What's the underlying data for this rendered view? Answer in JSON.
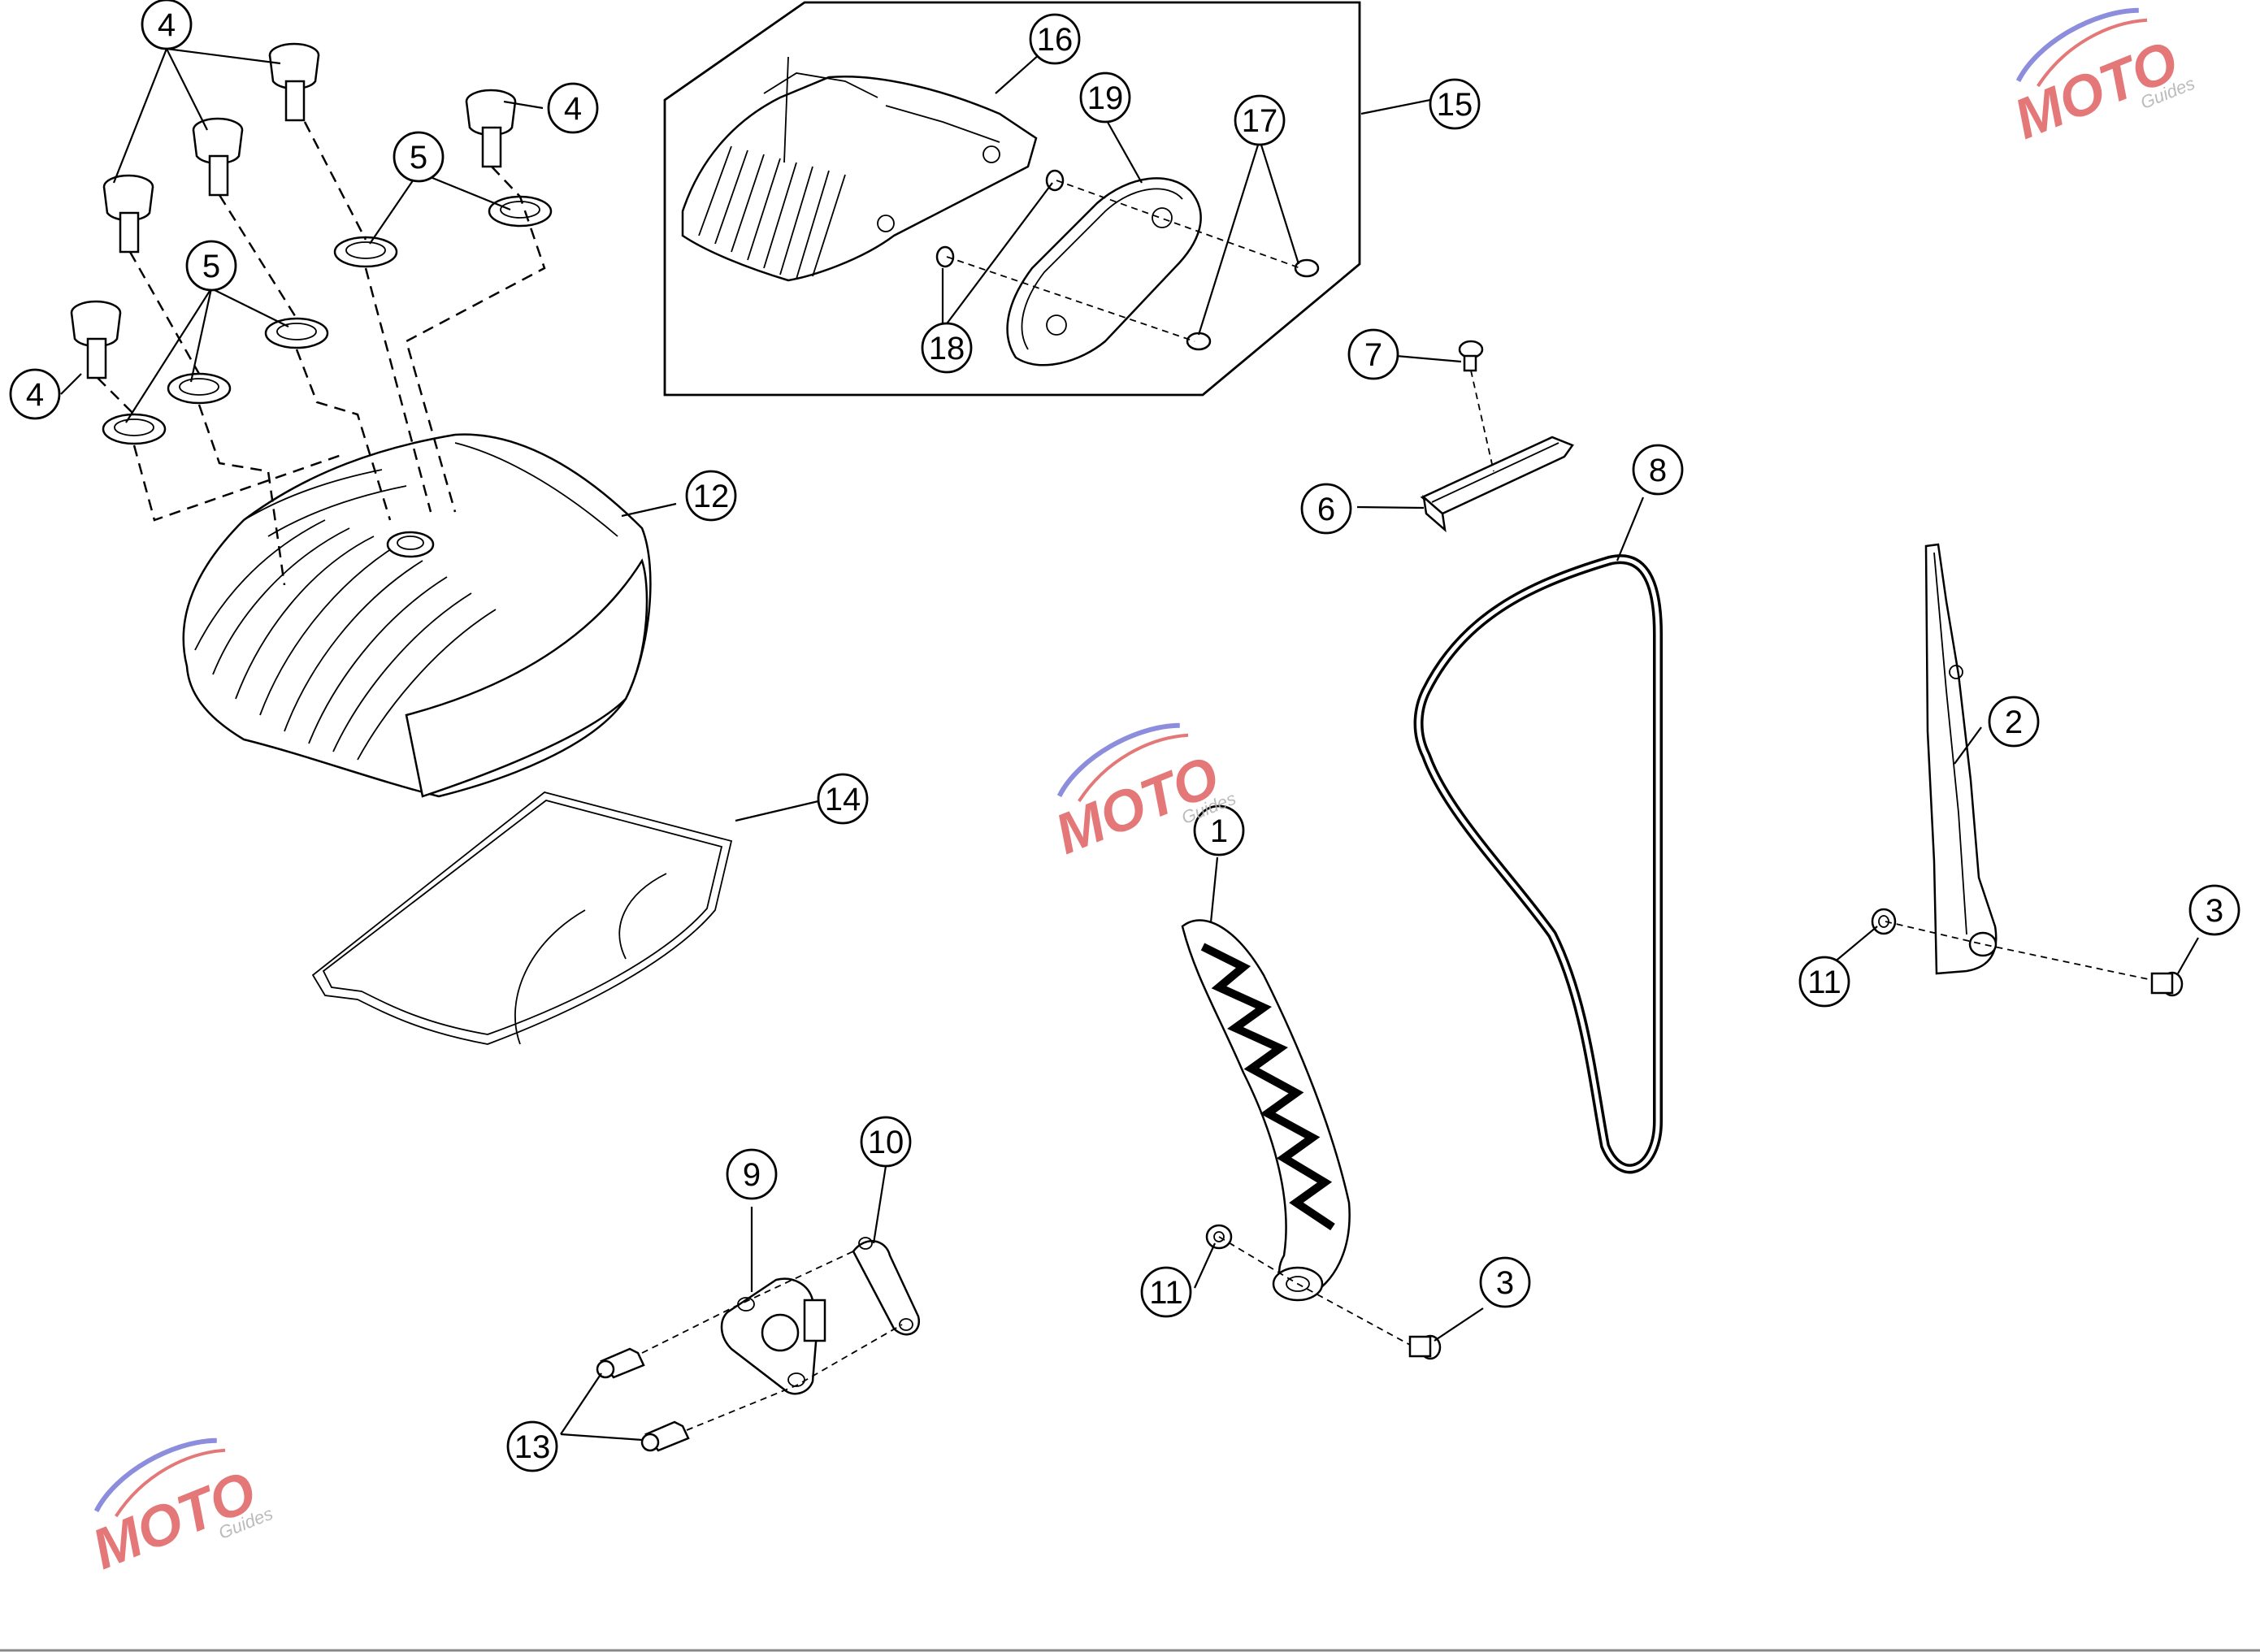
{
  "callouts": [
    {
      "label": "4"
    },
    {
      "label": "4"
    },
    {
      "label": "4"
    },
    {
      "label": "5"
    },
    {
      "label": "5"
    },
    {
      "label": "16"
    },
    {
      "label": "19"
    },
    {
      "label": "17"
    },
    {
      "label": "15"
    },
    {
      "label": "18"
    },
    {
      "label": "7"
    },
    {
      "label": "6"
    },
    {
      "label": "8"
    },
    {
      "label": "12"
    },
    {
      "label": "14"
    },
    {
      "label": "2"
    },
    {
      "label": "3"
    },
    {
      "label": "11"
    },
    {
      "label": "1"
    },
    {
      "label": "11"
    },
    {
      "label": "3"
    },
    {
      "label": "9"
    },
    {
      "label": "10"
    },
    {
      "label": "13"
    }
  ],
  "watermark": {
    "brand": "MOTO",
    "sub": "Guides",
    "colors": {
      "red": "#e06060",
      "blue": "#7a7ad8",
      "gray": "#b5b5b5"
    }
  },
  "colors": {
    "line": "#000000",
    "background": "#ffffff"
  }
}
